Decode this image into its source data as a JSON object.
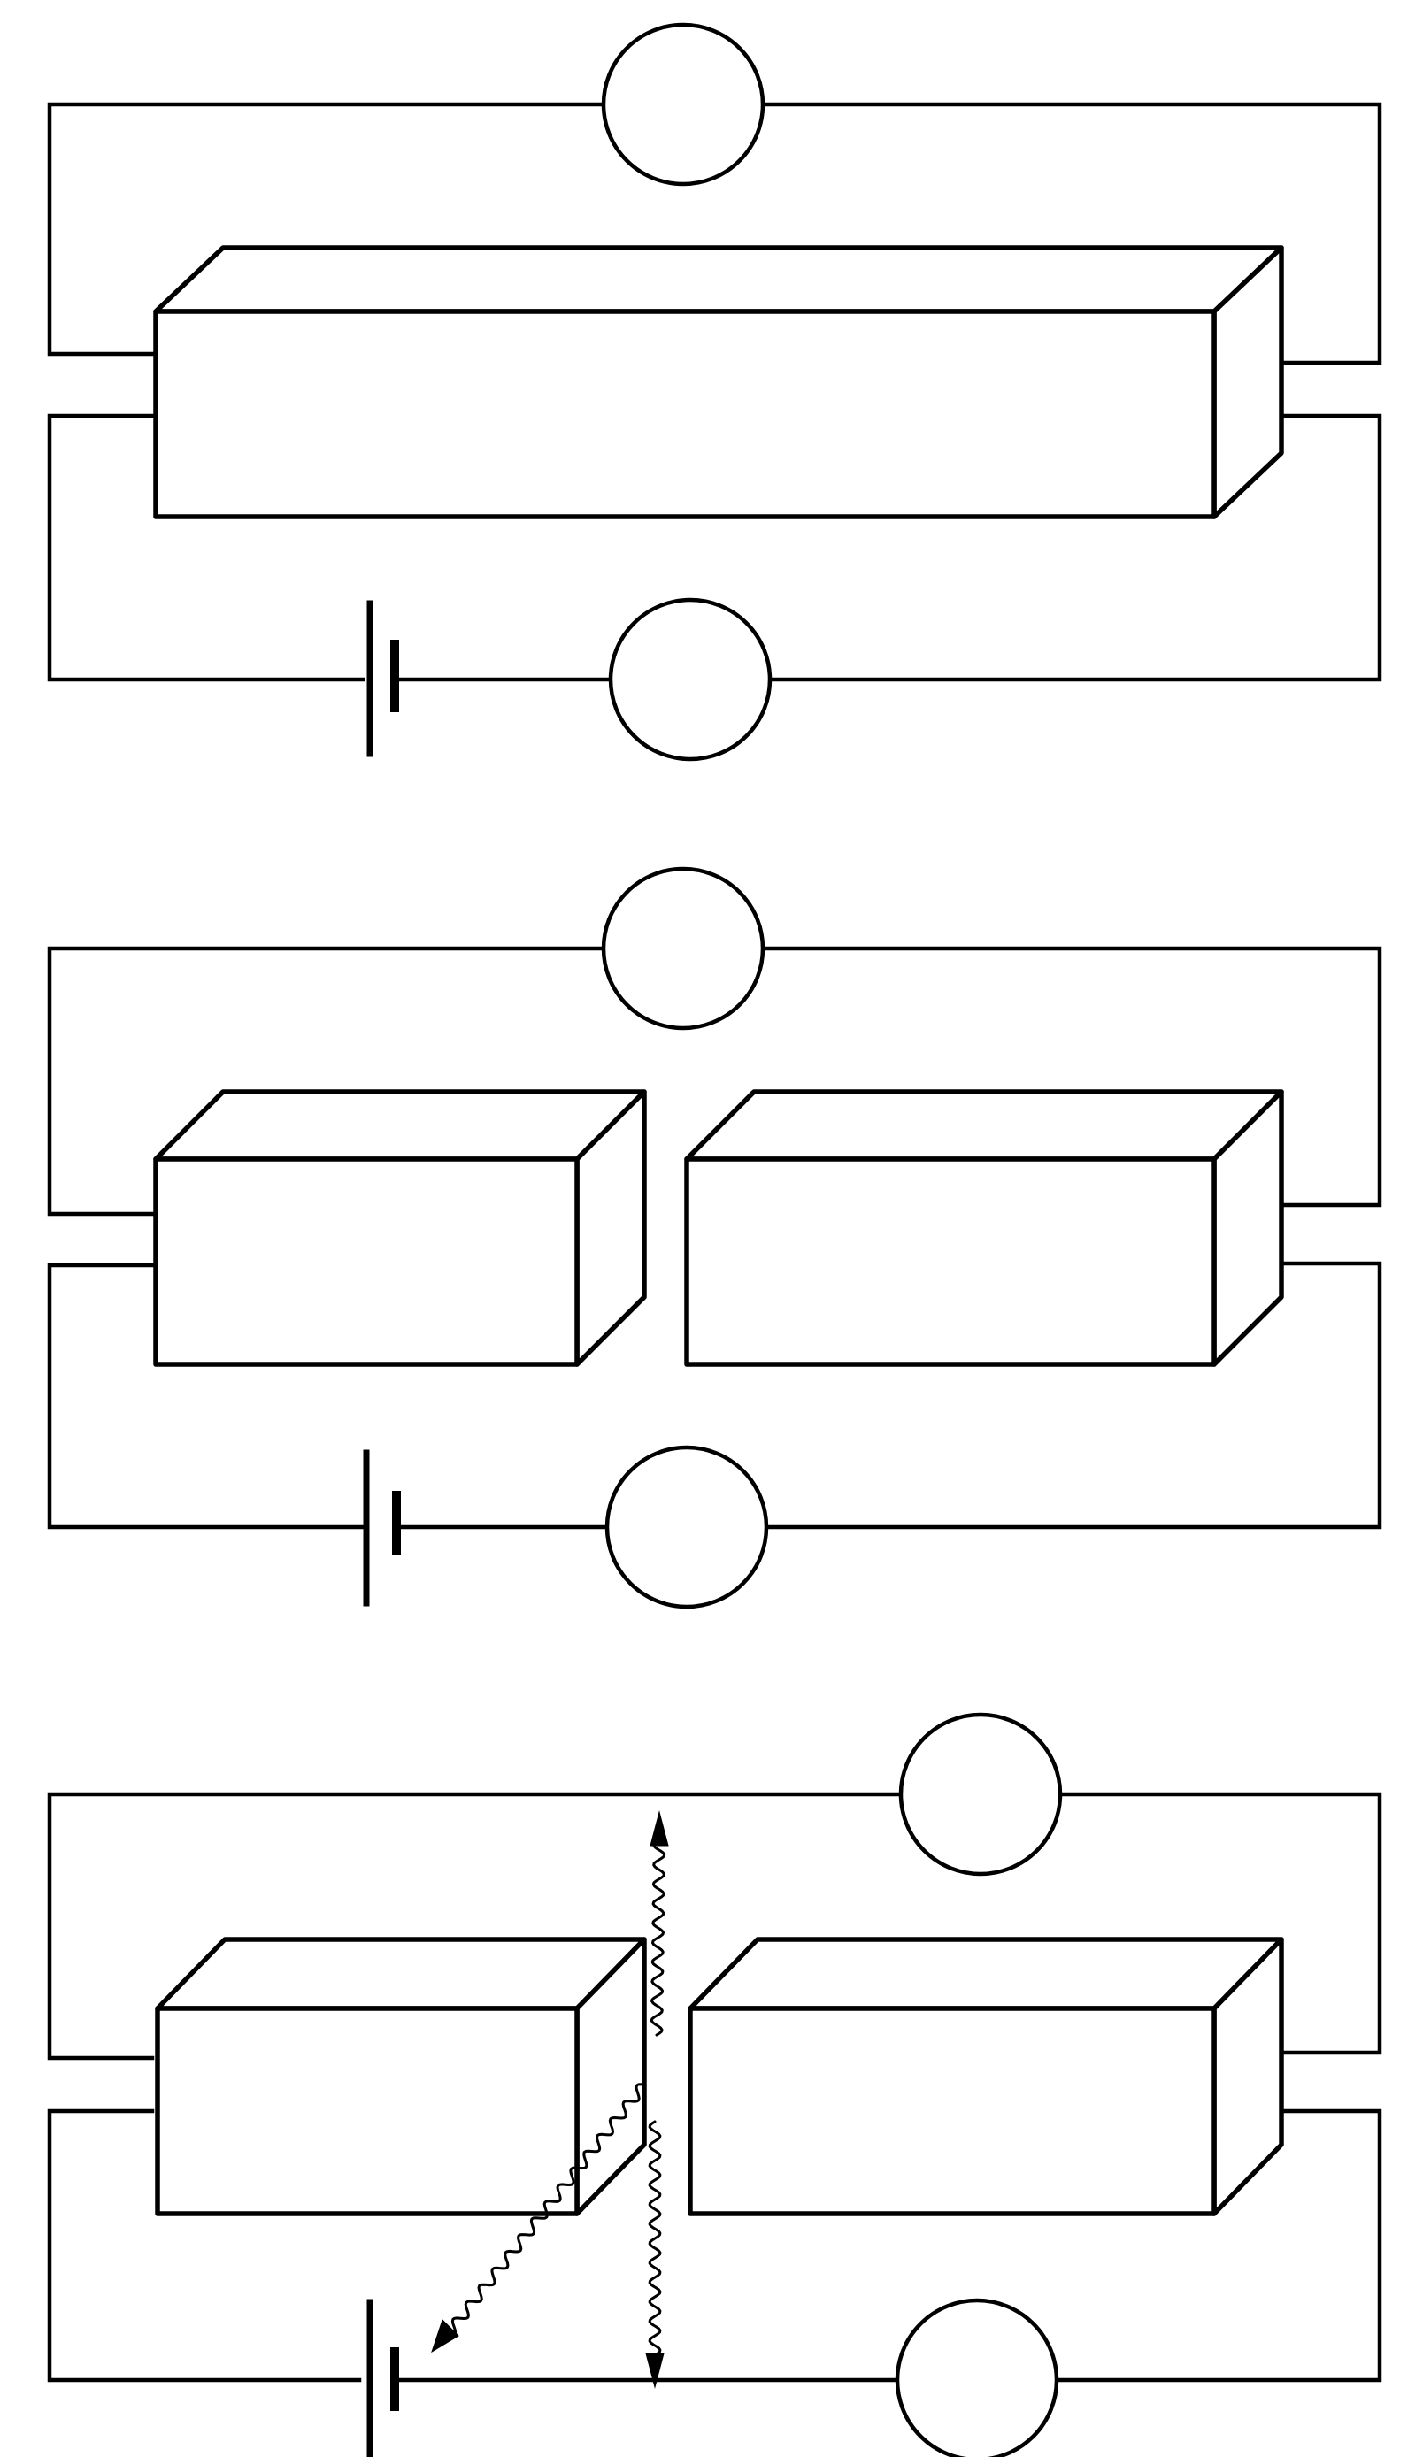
{
  "figure": {
    "panels": [
      {
        "id": "panel-1",
        "state": "single continuous bar",
        "components": [
          "bar",
          "meter-top",
          "meter-bottom",
          "battery"
        ]
      },
      {
        "id": "panel-2",
        "state": "bar split into two separated pieces",
        "components": [
          "bar-left",
          "bar-right",
          "meter-top",
          "meter-bottom",
          "battery"
        ]
      },
      {
        "id": "panel-3",
        "state": "bar split with wavy arrows in the gap",
        "components": [
          "bar-left",
          "bar-right",
          "meter-top",
          "meter-bottom",
          "battery",
          "wavy-arrows"
        ]
      }
    ],
    "colors": {
      "line": "#000000",
      "background": "#ffffff"
    }
  }
}
